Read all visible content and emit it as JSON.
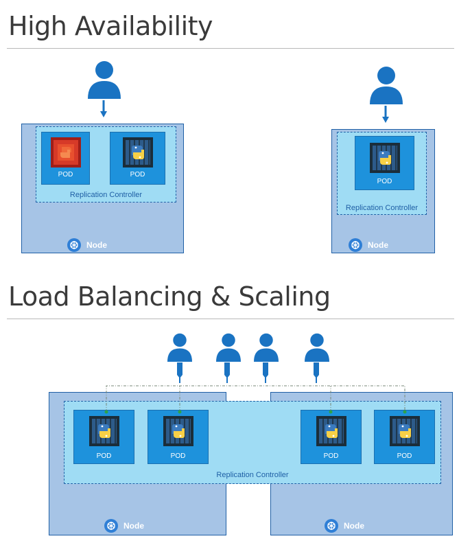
{
  "colors": {
    "node_fill": "#a6c4e6",
    "node_border": "#1f5fa5",
    "rc_fill": "#9fdcf4",
    "pod_fill": "#1e92dc",
    "failed_pod_fill": "#c8281e",
    "user_color": "#1a73c2",
    "label_color": "#1f5fa5"
  },
  "high_availability": {
    "title": "High Availability",
    "left": {
      "pods": [
        {
          "label": "POD",
          "status": "failed"
        },
        {
          "label": "POD",
          "status": "running"
        }
      ],
      "rc_label": "Replication Controller",
      "node_label": "Node"
    },
    "right": {
      "pods": [
        {
          "label": "POD",
          "status": "running"
        }
      ],
      "rc_label": "Replication Controller",
      "node_label": "Node"
    }
  },
  "load_balancing": {
    "title": "Load Balancing & Scaling",
    "pods": [
      {
        "label": "POD"
      },
      {
        "label": "POD"
      },
      {
        "label": "POD"
      },
      {
        "label": "POD"
      }
    ],
    "rc_label": "Replication Controller",
    "node_left_label": "Node",
    "node_right_label": "Node",
    "user_count": 4
  },
  "icons": {
    "user": "user-icon",
    "pod": "python-container-icon",
    "node": "kubernetes-wheel-icon",
    "arrow": "arrow-down-icon"
  }
}
